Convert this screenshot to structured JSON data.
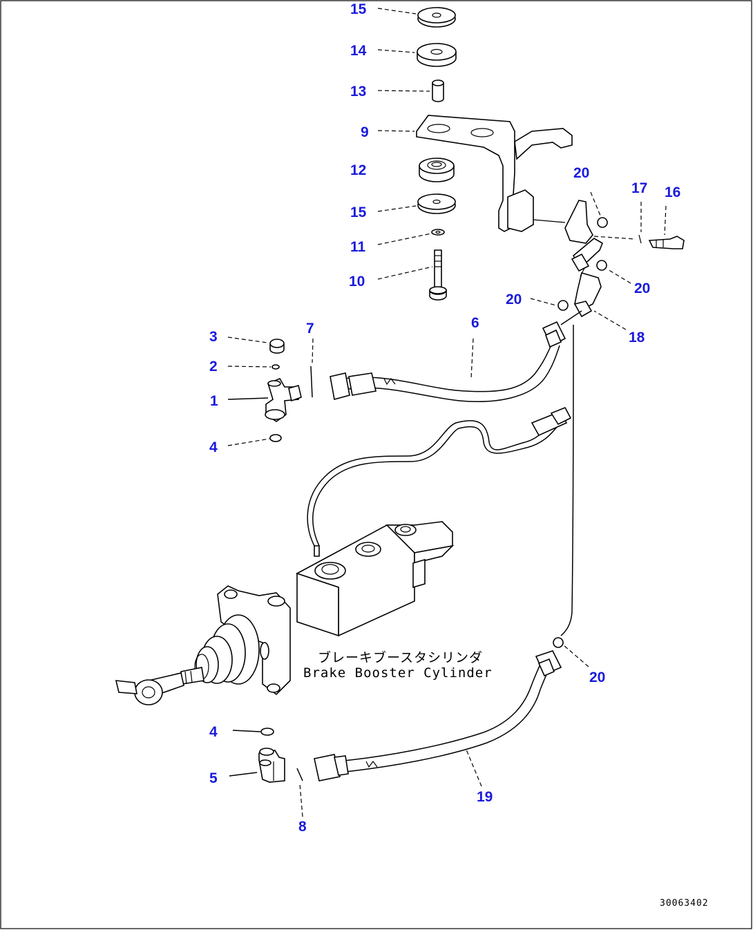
{
  "diagram": {
    "caption_ja": "ブレーキブースタシリンダ",
    "caption_en": "Brake Booster Cylinder",
    "drawing_id": "30063402"
  },
  "callouts": [
    "15",
    "14",
    "13",
    "9",
    "12",
    "15",
    "11",
    "10",
    "20",
    "17",
    "16",
    "20",
    "20",
    "18",
    "3",
    "7",
    "6",
    "2",
    "1",
    "4",
    "20",
    "4",
    "5",
    "8",
    "19"
  ]
}
